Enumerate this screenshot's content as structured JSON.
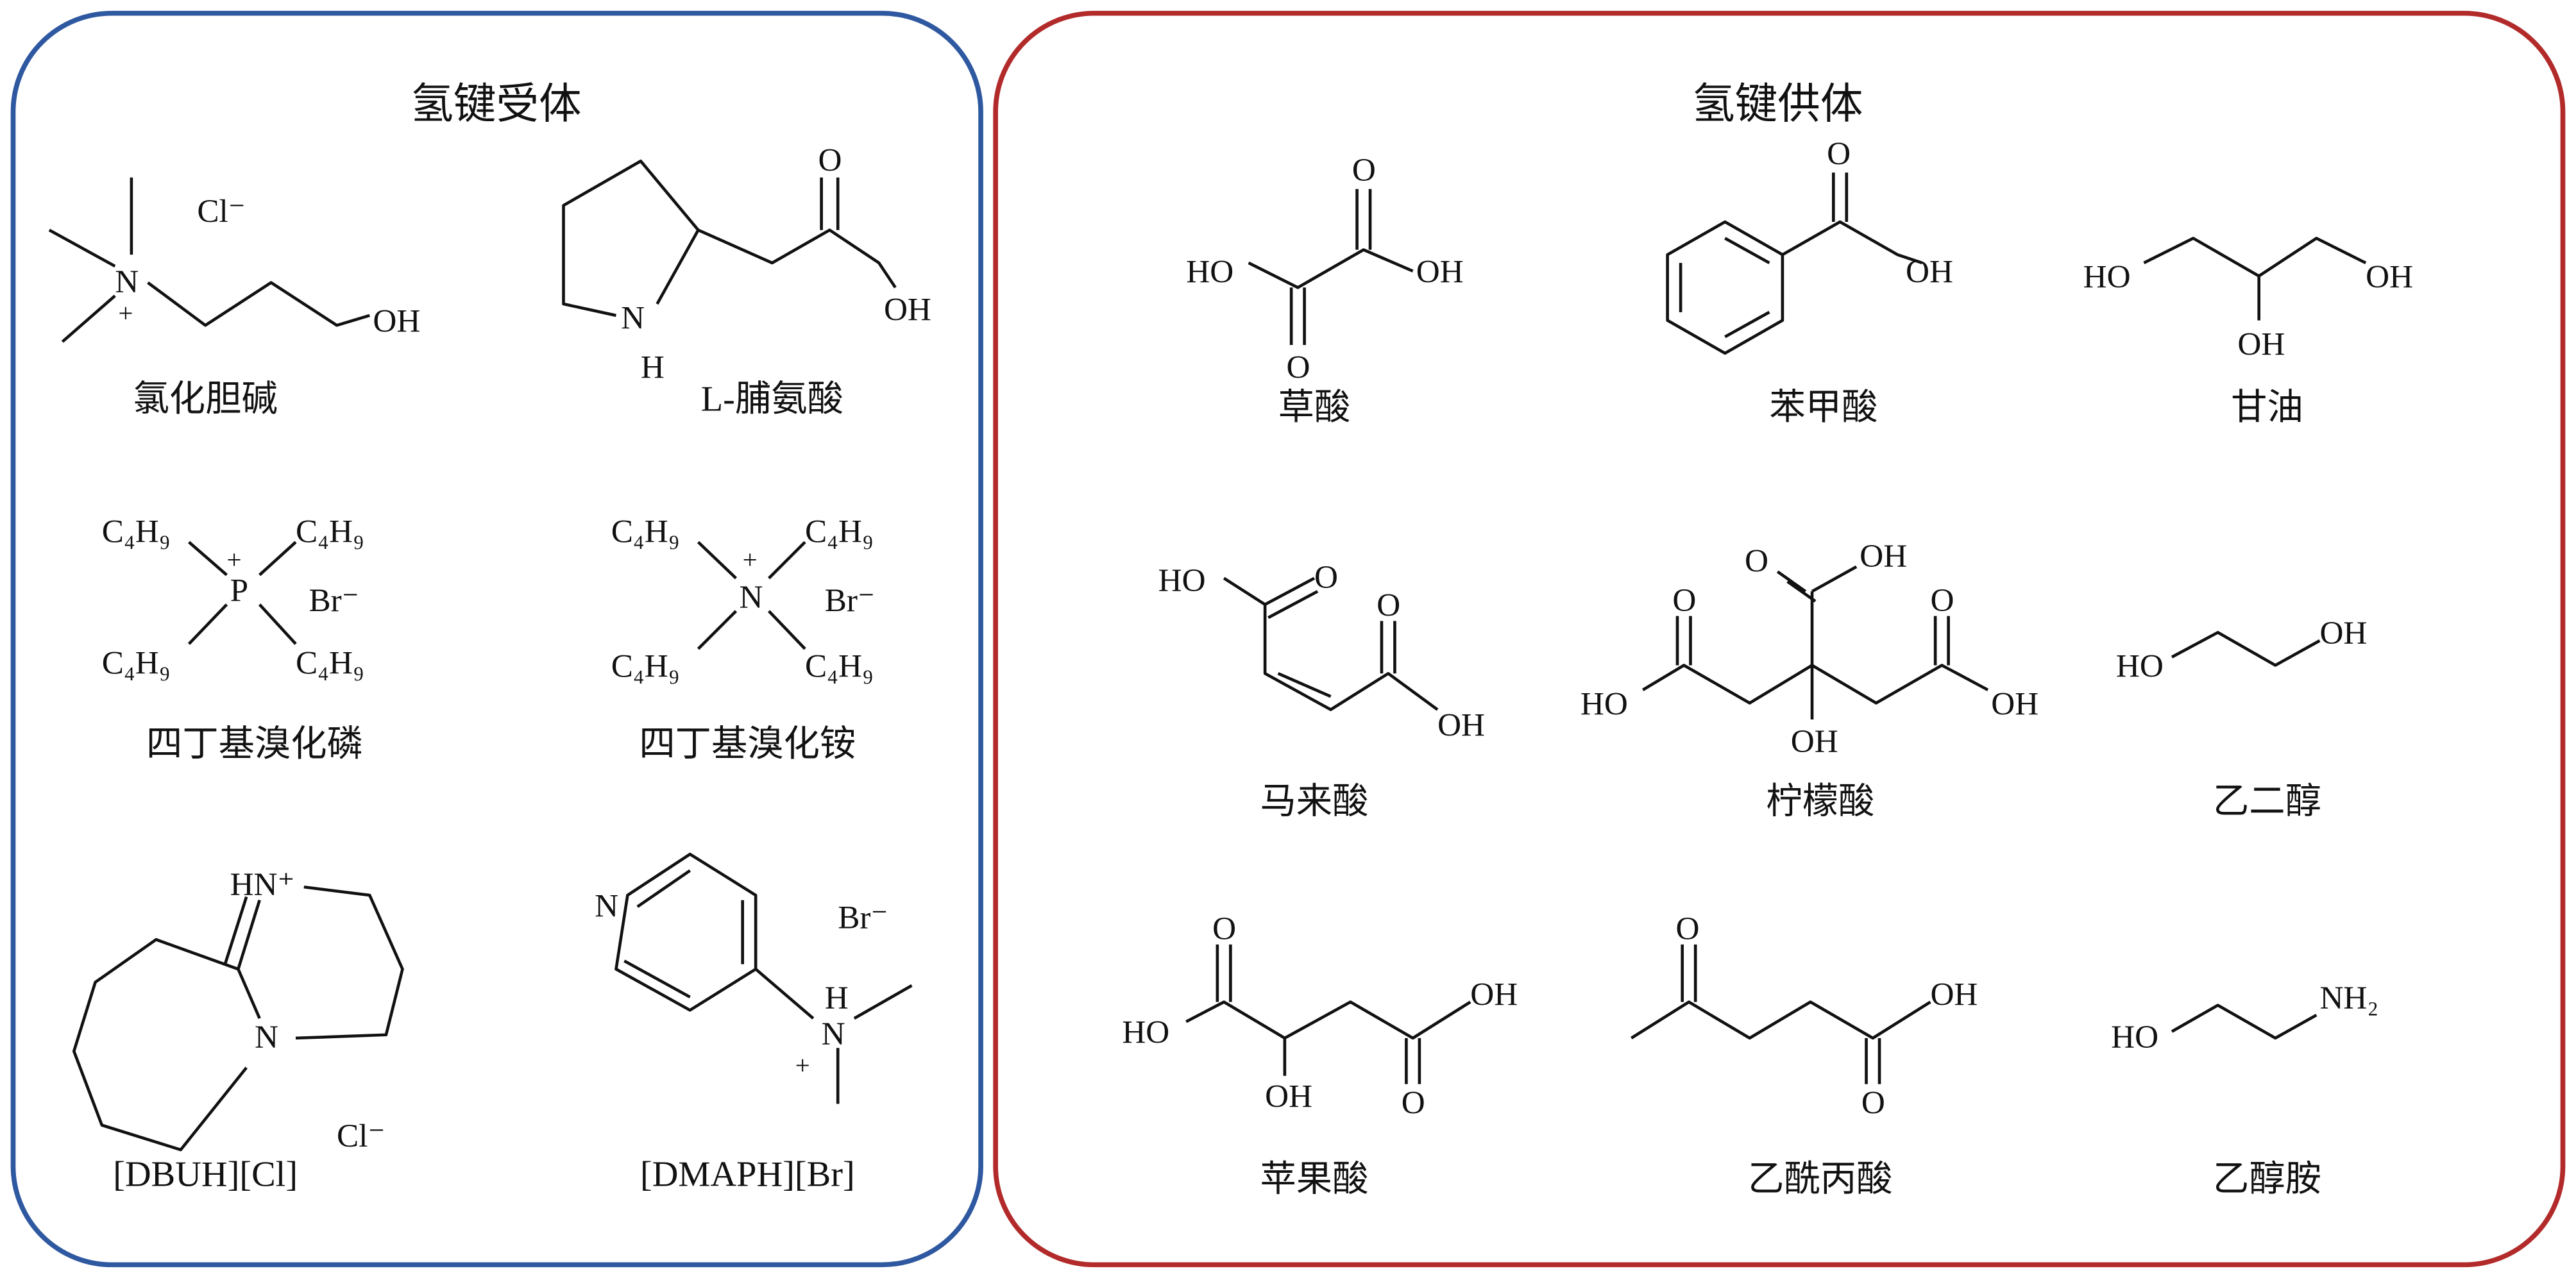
{
  "acceptor_panel": {
    "title": "氢键受体",
    "border_color": "#2e58a0",
    "molecules": [
      {
        "name": "氯化胆碱",
        "atoms": [
          "N",
          "+",
          "Cl⁻",
          "OH"
        ]
      },
      {
        "name": "L-脯氨酸",
        "atoms": [
          "N",
          "H",
          "O",
          "OH"
        ]
      },
      {
        "name": "四丁基溴化磷",
        "atoms": [
          "P",
          "+",
          "C₄H₉",
          "C₄H₉",
          "C₄H₉",
          "C₄H₉",
          "Br⁻"
        ]
      },
      {
        "name": "四丁基溴化铵",
        "atoms": [
          "N",
          "+",
          "C₄H₉",
          "C₄H₉",
          "C₄H₉",
          "C₄H₉",
          "Br⁻"
        ]
      },
      {
        "name": "[DBUH][Cl]",
        "atoms": [
          "HN⁺",
          "N",
          "Cl⁻"
        ]
      },
      {
        "name": "[DMAPH][Br]",
        "atoms": [
          "N",
          "Br⁻",
          "H",
          "N",
          "+"
        ]
      }
    ]
  },
  "donor_panel": {
    "title": "氢键供体",
    "border_color": "#b22a2a",
    "molecules": [
      {
        "name": "草酸",
        "atoms": [
          "HO",
          "O",
          "OH",
          "O"
        ]
      },
      {
        "name": "苯甲酸",
        "atoms": [
          "O",
          "OH"
        ]
      },
      {
        "name": "甘油",
        "atoms": [
          "HO",
          "OH",
          "OH"
        ]
      },
      {
        "name": "马来酸",
        "atoms": [
          "HO",
          "O",
          "O",
          "OH"
        ]
      },
      {
        "name": "柠檬酸",
        "atoms": [
          "O",
          "OH",
          "HO",
          "O",
          "O",
          "OH",
          "OH"
        ]
      },
      {
        "name": "乙二醇",
        "atoms": [
          "HO",
          "OH"
        ]
      },
      {
        "name": "苹果酸",
        "atoms": [
          "HO",
          "O",
          "OH",
          "O",
          "OH"
        ]
      },
      {
        "name": "乙酰丙酸",
        "atoms": [
          "O",
          "O",
          "OH"
        ]
      },
      {
        "name": "乙醇胺",
        "atoms": [
          "HO",
          "NH₂"
        ]
      }
    ]
  }
}
